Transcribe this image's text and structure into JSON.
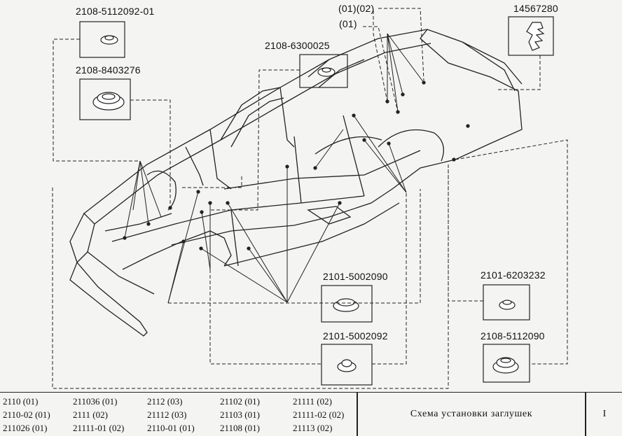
{
  "parts": [
    {
      "id": "p1",
      "code": "2108-5112092-01"
    },
    {
      "id": "p2",
      "code": "2108-8403276"
    },
    {
      "id": "p3",
      "code": "2108-6300025"
    },
    {
      "id": "p4",
      "code": "(01)(02)"
    },
    {
      "id": "p5",
      "code": "(01)"
    },
    {
      "id": "p6",
      "code": "14567280"
    },
    {
      "id": "p7",
      "code": "2101-5002090"
    },
    {
      "id": "p8",
      "code": "2101-6203232"
    },
    {
      "id": "p9",
      "code": "2101-5002092"
    },
    {
      "id": "p10",
      "code": "2108-5112090"
    }
  ],
  "footer": {
    "models": [
      [
        "2110 (01)",
        "211036 (01)",
        "2112 (03)",
        "21102 (01)",
        "21111 (02)"
      ],
      [
        "2110-02 (01)",
        "2111 (02)",
        "21112 (03)",
        "21103 (01)",
        "21111-02 (02)"
      ],
      [
        "211026 (01)",
        "21111-01 (02)",
        "2110-01 (01)",
        "21108 (01)",
        "21113 (02)"
      ]
    ],
    "title": "Схема установки заглушек",
    "sheet": "I"
  }
}
